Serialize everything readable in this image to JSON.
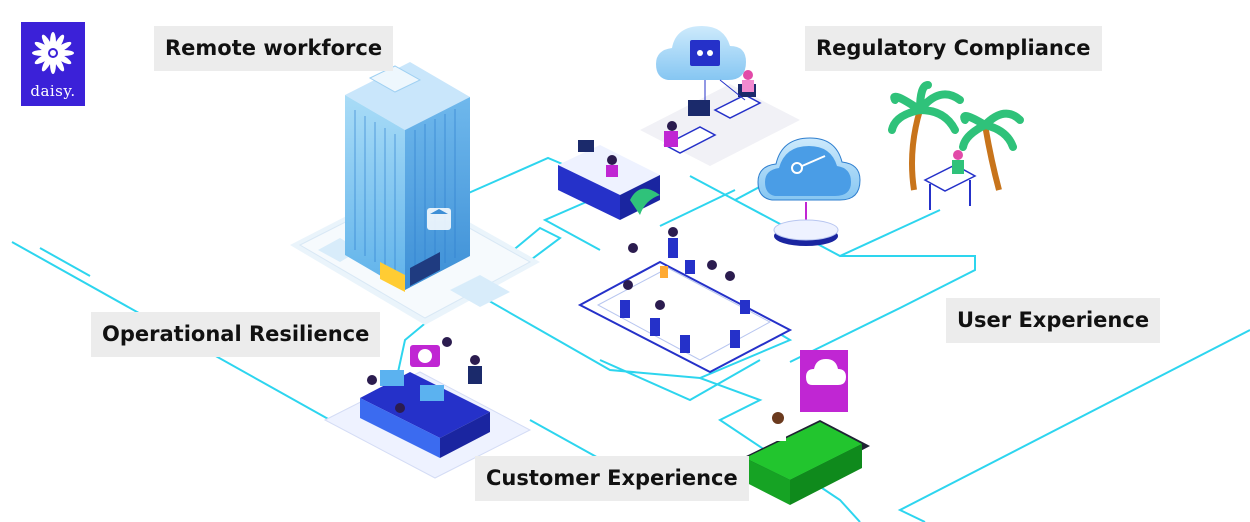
{
  "brand": {
    "name": "daisy.",
    "color": "#3b21d8"
  },
  "labels": {
    "remote_workforce": "Remote workforce",
    "regulatory_compliance": "Regulatory Compliance",
    "operational_resilience": "Operational Resilience",
    "user_experience": "User Experience",
    "customer_experience": "Customer Experience"
  },
  "colors": {
    "network_line": "#22d3ee",
    "label_bg": "#ececec",
    "building": "#7fc6f0",
    "accent_purple": "#c026d3",
    "accent_blue": "#2531c9",
    "sofa_green": "#22c52e",
    "cloud": "#9fd3f5"
  },
  "icons": [
    "daisy-logo-icon",
    "cloud-folder-icon",
    "cloud-key-icon",
    "palm-tree-icon",
    "phone-icon",
    "cloud-folder-purple-icon",
    "bank-icon"
  ]
}
